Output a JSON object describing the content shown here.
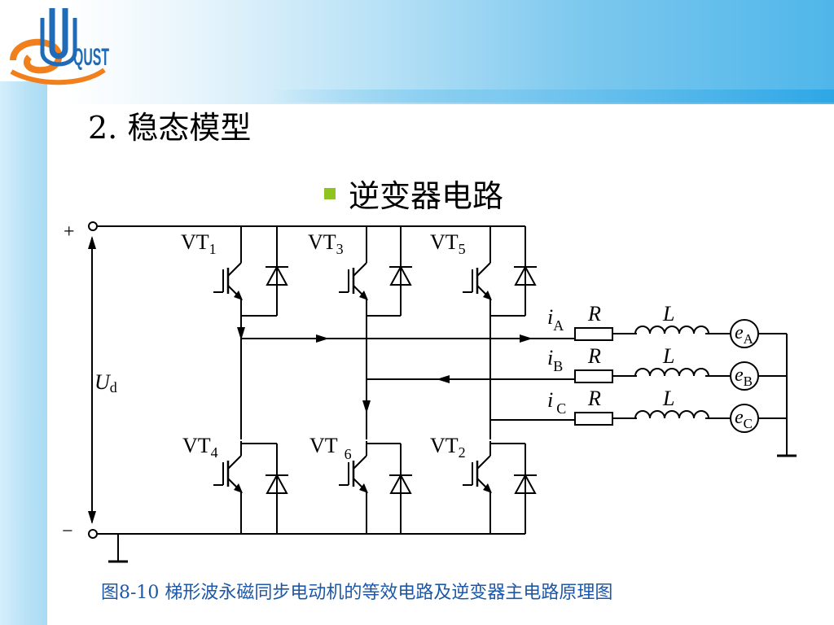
{
  "header": {
    "logo_text": "QUST",
    "title": "2. 稳态模型"
  },
  "bullet": {
    "text": "逆变器电路",
    "color": "#8fc31f"
  },
  "circuit": {
    "supply": {
      "plus": "+",
      "minus": "−",
      "voltage_main": "U",
      "voltage_sub": "d"
    },
    "switches": [
      {
        "main": "VT",
        "sub": "1"
      },
      {
        "main": "VT",
        "sub": "3"
      },
      {
        "main": "VT",
        "sub": "5"
      },
      {
        "main": "VT",
        "sub": "4"
      },
      {
        "main": "VT",
        "sub": "6"
      },
      {
        "main": "VT",
        "sub": "2"
      }
    ],
    "phases": [
      {
        "current_main": "i",
        "current_sub": "A",
        "r": "R",
        "l": "L",
        "emf_main": "e",
        "emf_sub": "A"
      },
      {
        "current_main": "i",
        "current_sub": "B",
        "r": "R",
        "l": "L",
        "emf_main": "e",
        "emf_sub": "B"
      },
      {
        "current_main": "i",
        "current_sub": "C",
        "r": "R",
        "l": "L",
        "emf_main": "e",
        "emf_sub": "C"
      }
    ]
  },
  "caption": "图8-10  梯形波永磁同步电动机的等效电路及逆变器主电路原理图",
  "colors": {
    "accent_blue": "#2ea7e6",
    "logo_blue": "#1f6bb8",
    "logo_orange": "#f07f1c",
    "caption": "#1c57a8"
  }
}
